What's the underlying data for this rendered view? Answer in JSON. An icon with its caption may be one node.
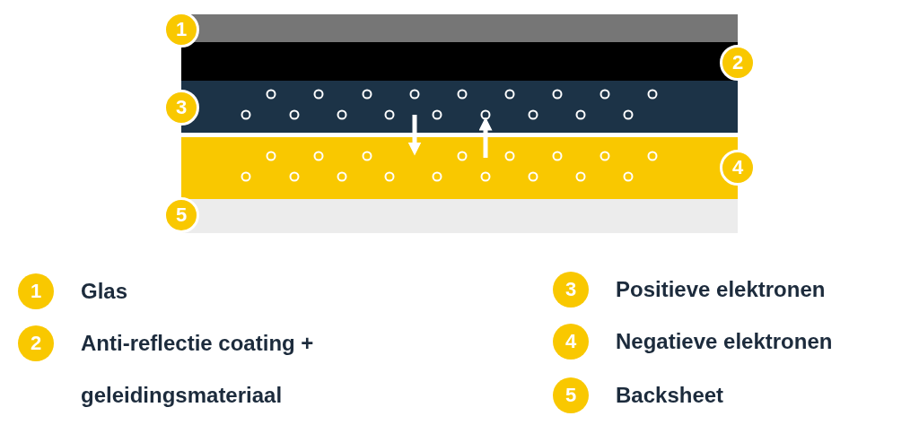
{
  "diagram": {
    "nodes": [
      {
        "text": [
          "1"
        ]
      },
      {
        "text": [
          "2"
        ]
      },
      {
        "text": [
          "3"
        ]
      },
      {
        "text": [
          "4"
        ]
      },
      {
        "text": [
          "5"
        ]
      },
      {
        "text": [
          "1"
        ],
        "beside": [
          "Glas"
        ]
      },
      {
        "text": [
          "2"
        ],
        "beside": [
          "Anti-reflectie coating + geleidingsmateriaal"
        ]
      },
      {
        "text": [
          "3"
        ],
        "beside": [
          "Positieve elektronen"
        ]
      },
      {
        "text": [
          "4"
        ],
        "beside": [
          "Negatieve elektronen"
        ]
      },
      {
        "text": [
          "5"
        ],
        "beside": [
          "Backsheet"
        ]
      }
    ],
    "edges": []
  }
}
